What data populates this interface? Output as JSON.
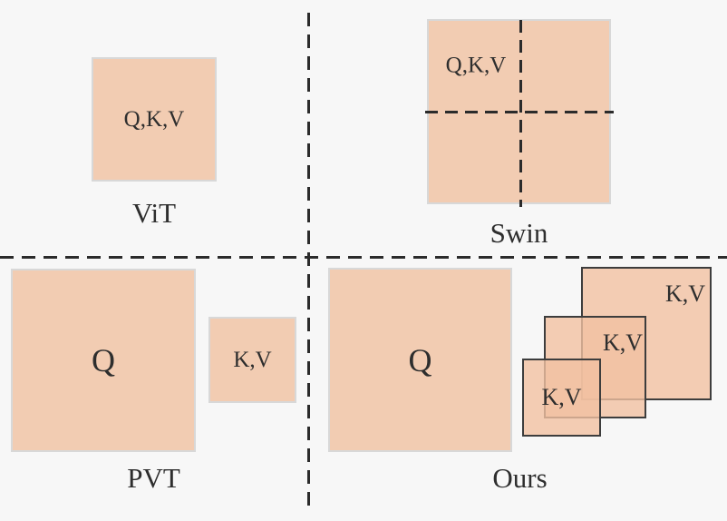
{
  "colors": {
    "canvas_bg": "#f7f7f7",
    "block_fill": "#f2ccb2",
    "kv_fill_rgba": "rgba(241,193,161,0.8)",
    "light_border": "#d8d8d8",
    "dark_border": "#3d3d3d",
    "dash_line": "#2b2b2b",
    "text": "#2e2e2e"
  },
  "panels": {
    "vit": {
      "caption": "ViT",
      "block_label": "Q,K,V"
    },
    "swin": {
      "caption": "Swin",
      "block_label": "Q,K,V"
    },
    "pvt": {
      "caption": "PVT",
      "query_label": "Q",
      "kv_label": "K,V"
    },
    "ours": {
      "caption": "Ours",
      "query_label": "Q",
      "kv_large_label": "K,V",
      "kv_medium_label": "K,V",
      "kv_small_label": "K,V"
    }
  }
}
